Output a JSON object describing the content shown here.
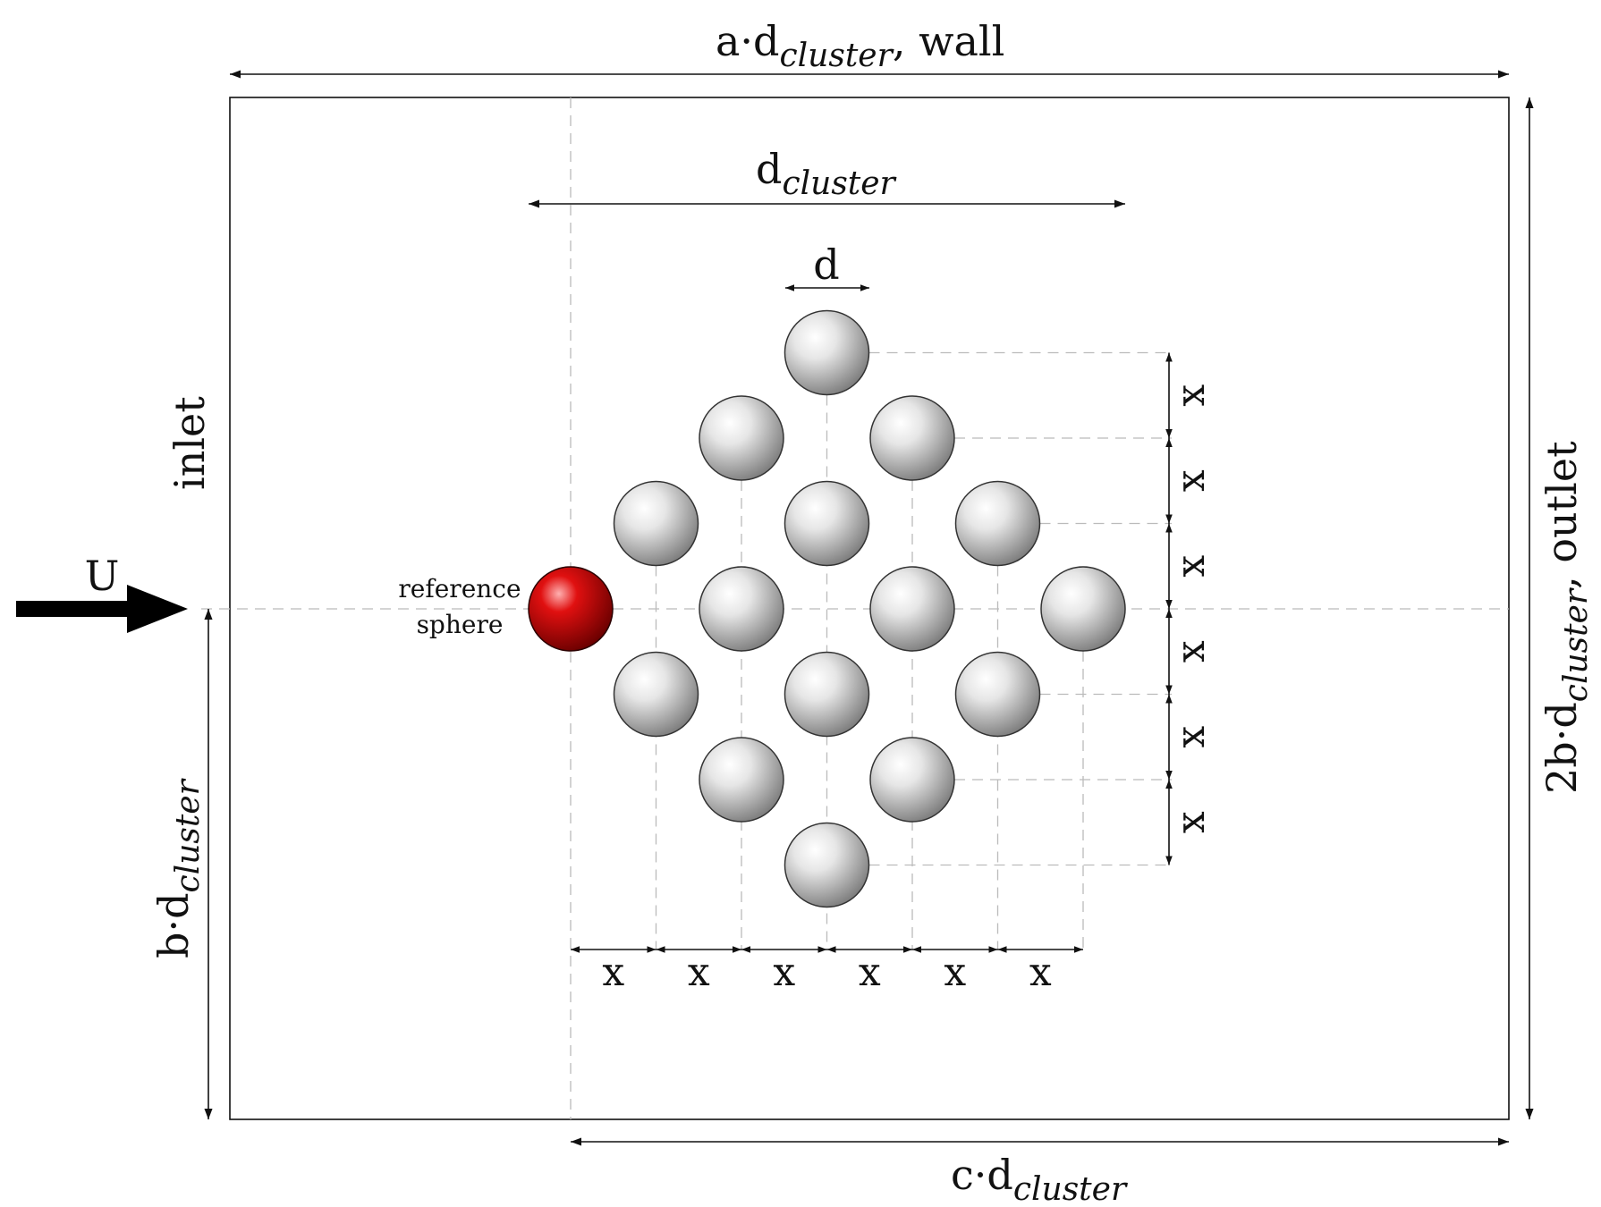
{
  "labels": {
    "top": {
      "main": "a·d",
      "sub": "cluster",
      "tail": ", wall"
    },
    "bottom": {
      "main": "c·d",
      "sub": "cluster"
    },
    "left": {
      "main": "b·d",
      "sub": "cluster"
    },
    "right": {
      "main": "2b·d",
      "sub": "cluster",
      "tail": ", outlet"
    },
    "cluster": {
      "main": "d",
      "sub": "cluster"
    },
    "inlet": "inlet",
    "velocity": "U",
    "sphere_diameter": "d",
    "reference": [
      "reference",
      "sphere"
    ],
    "spacing": "x"
  },
  "colors": {
    "reference_sphere": "#c00000",
    "cluster_sphere": "#d8d8d8",
    "guide_lines": "#bbbbbb",
    "lines": "#111111"
  },
  "cluster": {
    "arrangement": "diamond",
    "sphere_count": 16,
    "reference_sphere_count": 1
  }
}
